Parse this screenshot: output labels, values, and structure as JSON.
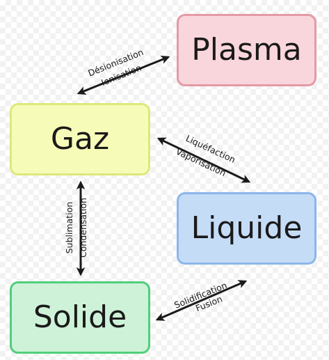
{
  "states": {
    "plasma": "Plasma",
    "gaz": "Gaz",
    "liquide": "Liquide",
    "solide": "Solide"
  },
  "transitions": {
    "gaz_plasma": {
      "line1": "Désionisation",
      "line2": "Ionisation"
    },
    "gaz_liquide": {
      "line1": "Liquéfaction",
      "line2": "Vaporisation"
    },
    "gaz_solide": {
      "line1": "Sublimation",
      "line2": "Condensation"
    },
    "solide_liquide": {
      "line1": "Solidification",
      "line2": "Fusion"
    }
  },
  "colors": {
    "plasma_fill": "#f9d6db",
    "plasma_border": "#e49aa6",
    "gaz_fill": "#f7fbb8",
    "gaz_border": "#dde87b",
    "liquide_fill": "#c5dcf7",
    "liquide_border": "#8bb6ea",
    "solide_fill": "#cdf2d8",
    "solide_border": "#4fcf7b",
    "arrow": "#1a1a1a"
  }
}
